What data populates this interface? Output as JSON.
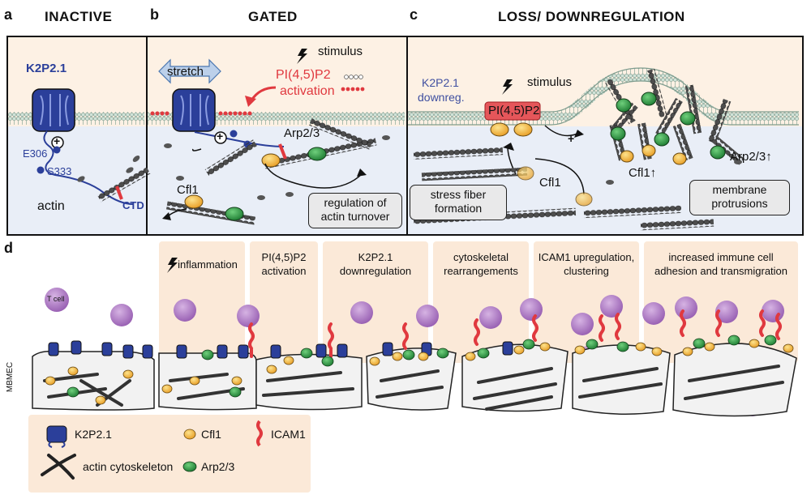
{
  "panels": {
    "a": {
      "letter": "a",
      "title": "INACTIVE",
      "channel": "K2P2.1",
      "e306": "E306",
      "s333": "S333",
      "actin": "actin",
      "ctd": "CTD",
      "plus": "+"
    },
    "b": {
      "letter": "b",
      "title": "GATED",
      "stretch": "stretch",
      "stimulus": "stimulus",
      "pip2": "PI(4,5)P2",
      "activation": "activation",
      "arp": "Arp2/3",
      "cfl": "Cfl1",
      "regulation_line1": "regulation of",
      "regulation_line2": "actin turnover",
      "plus": "+"
    },
    "c": {
      "letter": "c",
      "title": "LOSS/ DOWNREGULATION",
      "channel": "K2P2.1",
      "downreg": "downreg.",
      "stimulus": "stimulus",
      "pip2": "PI(4,5)P2",
      "plus": "+",
      "cfl": "Cfl1",
      "cfl_up": "Cfl1↑",
      "arp_up": "Arp2/3↑",
      "stress_line1": "stress fiber",
      "stress_line2": "formation",
      "membrane_line1": "membrane",
      "membrane_line2": "protrusions"
    }
  },
  "panel_d": {
    "letter": "d",
    "tcell": "T cell",
    "mbmec": "MBMEC",
    "stages": [
      {
        "line1": "inflammation",
        "line2": ""
      },
      {
        "line1": "PI(4,5)P2",
        "line2": "activation"
      },
      {
        "line1": "K2P2.1",
        "line2": "downregulation"
      },
      {
        "line1": "cytoskeletal",
        "line2": "rearrangements"
      },
      {
        "line1": "ICAM1 upregulation,",
        "line2": "clustering"
      },
      {
        "line1": "increased immune cell",
        "line2": "adhesion and transmigration"
      }
    ],
    "legend": {
      "channel": "K2P2.1",
      "cfl": "Cfl1",
      "icam": "ICAM1",
      "actin": "actin cytoskeleton",
      "arp": "Arp2/3"
    }
  },
  "colors": {
    "panel_bg": "#fdf1e4",
    "cytosol": "#e9eef7",
    "channel": "#2b3f9a",
    "pip2": "#e0393f",
    "cofilin": "#f3b33d",
    "arp": "#2f9b45",
    "tcell": "#b27fc6",
    "membrane": "#b9d3c6"
  }
}
